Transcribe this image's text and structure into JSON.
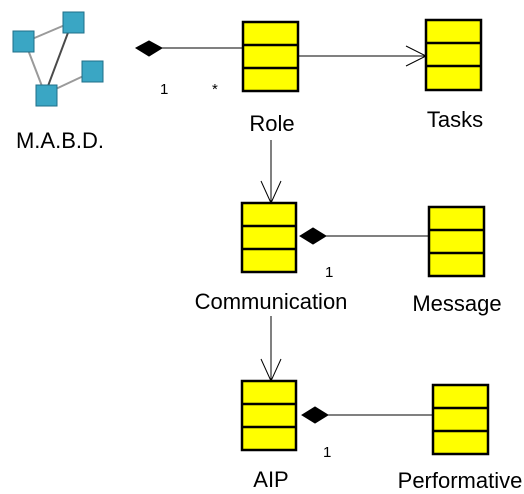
{
  "colors": {
    "class_fill": "#ffff00",
    "class_border": "#000000",
    "edge": "#000000",
    "network_node_fill": "#3aa6c4",
    "network_node_border": "#1f6f88",
    "network_link": "#4a4a4a"
  },
  "icons": {
    "agent_network": "network-icon",
    "class": "uml-class-icon"
  },
  "nodes": {
    "mabd": "M.A.B.D.",
    "role": "Role",
    "tasks": "Tasks",
    "communication": "Communication",
    "message": "Message",
    "aip": "AIP",
    "performative": "Performative"
  },
  "multiplicities": {
    "mabd_end": "1",
    "role_end": "*",
    "communication_message": "1",
    "aip_performative": "1"
  }
}
